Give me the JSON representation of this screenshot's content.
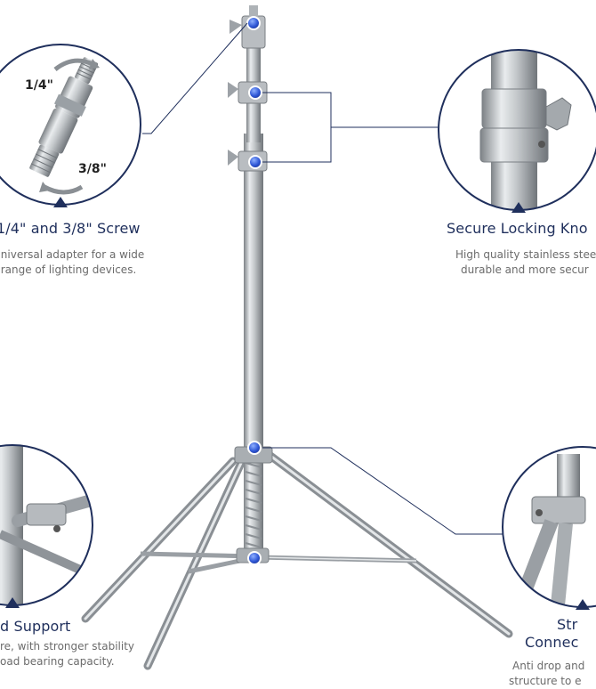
{
  "features": {
    "screw": {
      "title": "1/4\" and 3/8\" Screw",
      "desc_line1": "Universal adapter for a wide",
      "desc_line2": "range of lighting devices.",
      "label_top": "1/4\"",
      "label_bottom": "3/8\""
    },
    "locking": {
      "title": "Secure Locking Kno",
      "desc_line1": "High quality stainless stee",
      "desc_line2": "durable and more secur"
    },
    "support": {
      "title": "d Support",
      "desc_line1": "re, with stronger stability",
      "desc_line2": "oad bearing capacity."
    },
    "connector": {
      "title_line1": "Str",
      "title_line2": "Connec",
      "desc_line1": "Anti drop and",
      "desc_line2": "structure to e"
    }
  },
  "colors": {
    "brand_navy": "#1f2f5c",
    "callout_dot": "#2f57d6",
    "steel": "#b8bcc0"
  }
}
